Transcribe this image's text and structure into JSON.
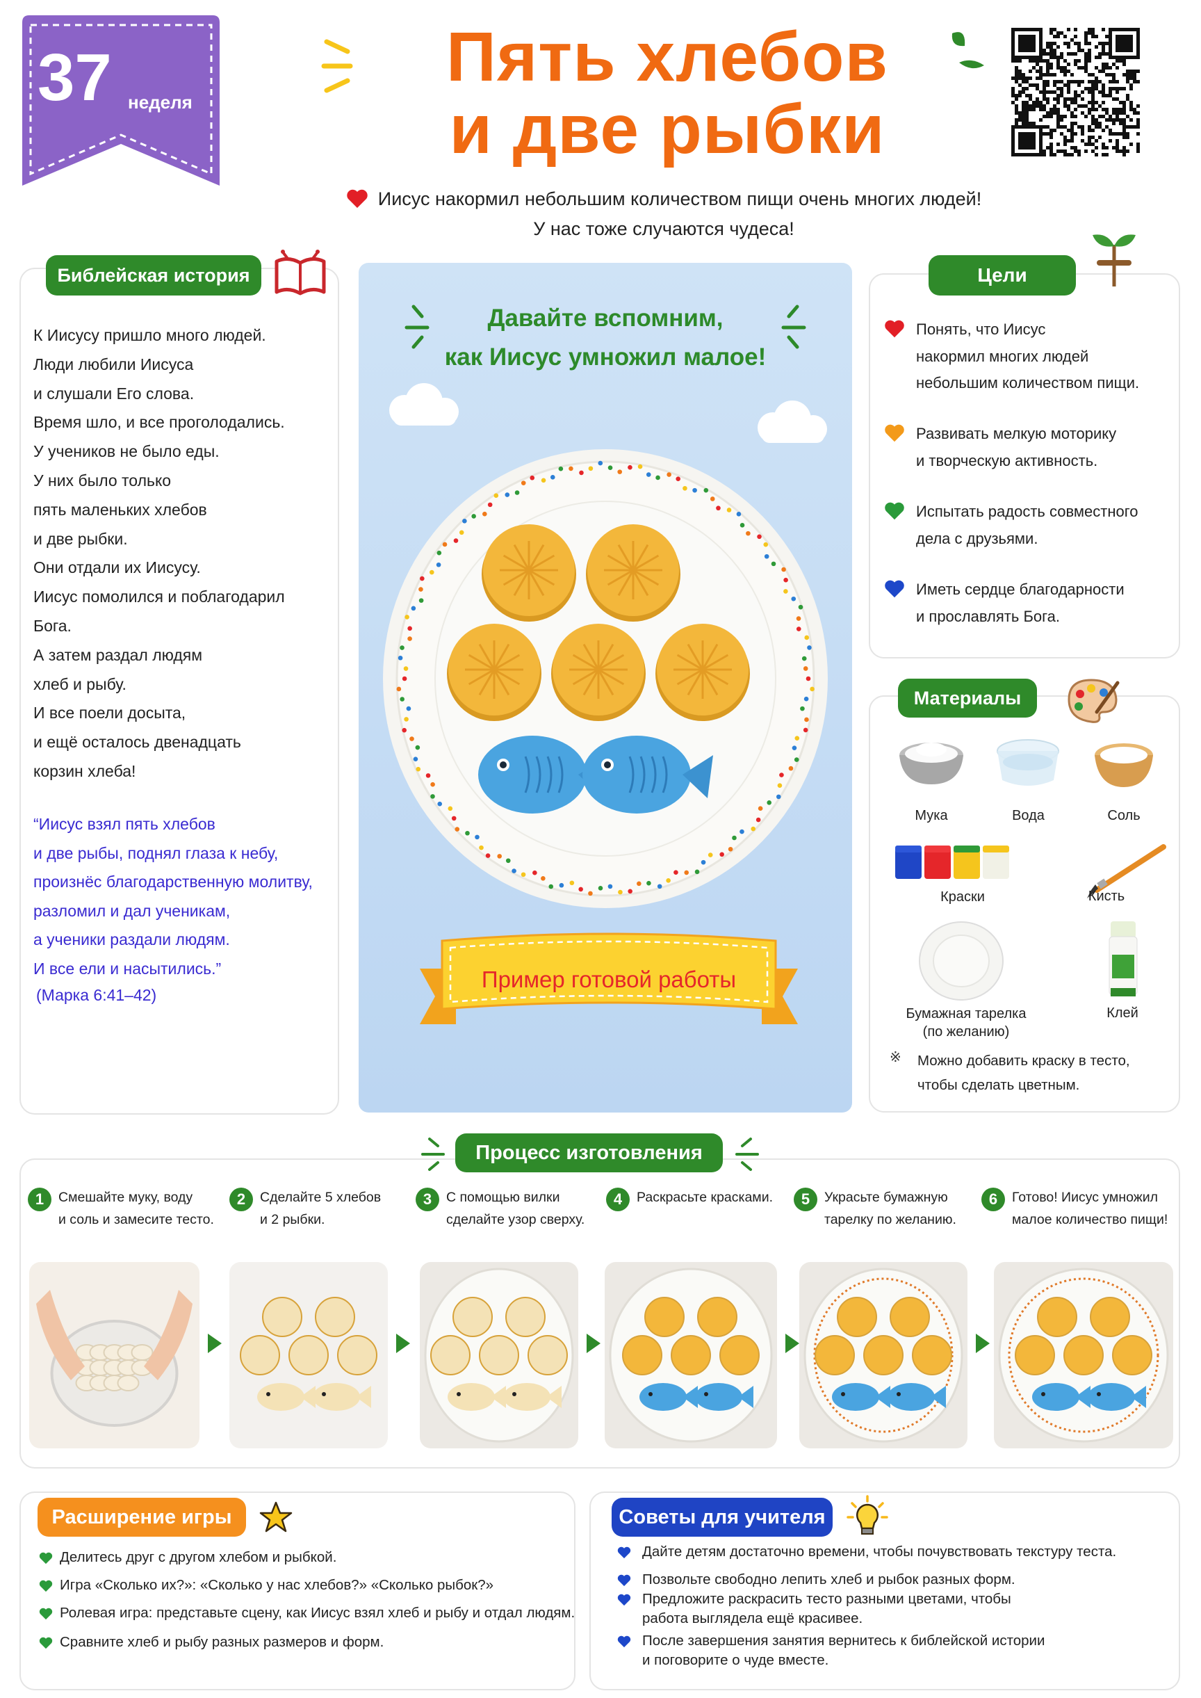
{
  "week": {
    "number": "37",
    "label": "неделя"
  },
  "title": {
    "line1": "Пять хлебов",
    "line2": "и две рыбки"
  },
  "subtitle": {
    "line1": "Иисус накормил небольшим количеством пищи очень многих людей!",
    "line2": "У нас тоже случаются чудеса!"
  },
  "bible": {
    "heading": "Библейская история",
    "lines": [
      "К Иисусу пришло много людей.",
      "Люди любили Иисуса",
      "и слушали Его слова.",
      "Время шло, и все проголодались.",
      "У учеников не было еды.",
      "У них было только",
      "пять маленьких хлебов",
      "и две рыбки.",
      "Они отдали их Иисусу.",
      "Иисус помолился и поблагодарил",
      "Бога.",
      "А затем раздал людям",
      "хлеб и рыбу.",
      "И все поели досыта,",
      "и ещё осталось двенадцать",
      "корзин хлеба!"
    ],
    "quote": [
      "“Иисус взял пять хлебов",
      "и две рыбы, поднял глаза к небу,",
      "произнёс благодарственную молитву,",
      "разломил и дал ученикам,",
      "а ученики раздали людям.",
      "И все ели и насытились.”"
    ],
    "reference": "(Марка 6:41–42)"
  },
  "center": {
    "caption_line1": "Давайте вспомним,",
    "caption_line2": "как Иисус умножил малое!",
    "ribbon": "Пример готовой работы"
  },
  "goals": {
    "heading": "Цели",
    "items": [
      {
        "lines": [
          "Понять, что Иисус",
          "накормил многих людей",
          "небольшим количеством пищи."
        ],
        "color": "#e21f26"
      },
      {
        "lines": [
          "Развивать мелкую моторику",
          "и творческую активность."
        ],
        "color": "#f39a1a"
      },
      {
        "lines": [
          "Испытать радость совместного",
          "дела с друзьями."
        ],
        "color": "#2a9a3a"
      },
      {
        "lines": [
          "Иметь сердце благодарности",
          "и прославлять Бога."
        ],
        "color": "#1d47c9"
      }
    ]
  },
  "materials": {
    "heading": "Материалы",
    "items": [
      "Мука",
      "Вода",
      "Соль",
      "Краски",
      "Кисть",
      "Бумажная тарелка",
      "(по желанию)",
      "Клей"
    ],
    "note_mark": "※",
    "note": [
      "Можно добавить краску в тесто,",
      "чтобы сделать цветным."
    ]
  },
  "process": {
    "heading": "Процесс изготовления",
    "steps": [
      {
        "num": "1",
        "lines": [
          "Смешайте муку, воду",
          "и соль и замесите тесто."
        ]
      },
      {
        "num": "2",
        "lines": [
          "Сделайте 5 хлебов",
          "и 2 рыбки."
        ]
      },
      {
        "num": "3",
        "lines": [
          "С помощью вилки",
          "сделайте узор сверху."
        ]
      },
      {
        "num": "4",
        "lines": [
          "Раскрасьте красками."
        ]
      },
      {
        "num": "5",
        "lines": [
          "Украсьте бумажную",
          "тарелку по желанию."
        ]
      },
      {
        "num": "6",
        "lines": [
          "Готово! Иисус умножил",
          "малое количество пищи!"
        ]
      }
    ]
  },
  "extension": {
    "heading": "Расширение игры",
    "items": [
      "Делитесь друг с другом хлебом и рыбкой.",
      "Игра «Сколько их?»: «Сколько у нас хлебов?» «Сколько рыбок?»",
      "Ролевая игра: представьте сцену, как Иисус взял хлеб и рыбу и отдал людям.",
      "Сравните хлеб и рыбу разных размеров и форм."
    ]
  },
  "tips": {
    "heading": "Советы для учителя",
    "items": [
      [
        "Дайте детям достаточно времени, чтобы почувствовать текстуру теста."
      ],
      [
        "Позвольте свободно лепить хлеб и рыбок разных форм."
      ],
      [
        "Предложите раскрасить тесто разными цветами, чтобы",
        "работа выглядела ещё красивее."
      ],
      [
        "После завершения занятия вернитесь к библейской истории",
        "и поговорите о чуде вместе."
      ]
    ]
  },
  "colors": {
    "title": "#f06a12",
    "green": "#2f8a2a",
    "orange": "#f5901e",
    "blue": "#1f44c4",
    "quote": "#3a2bd1",
    "bread": "#f3b73b",
    "fish": "#4aa4e0"
  }
}
